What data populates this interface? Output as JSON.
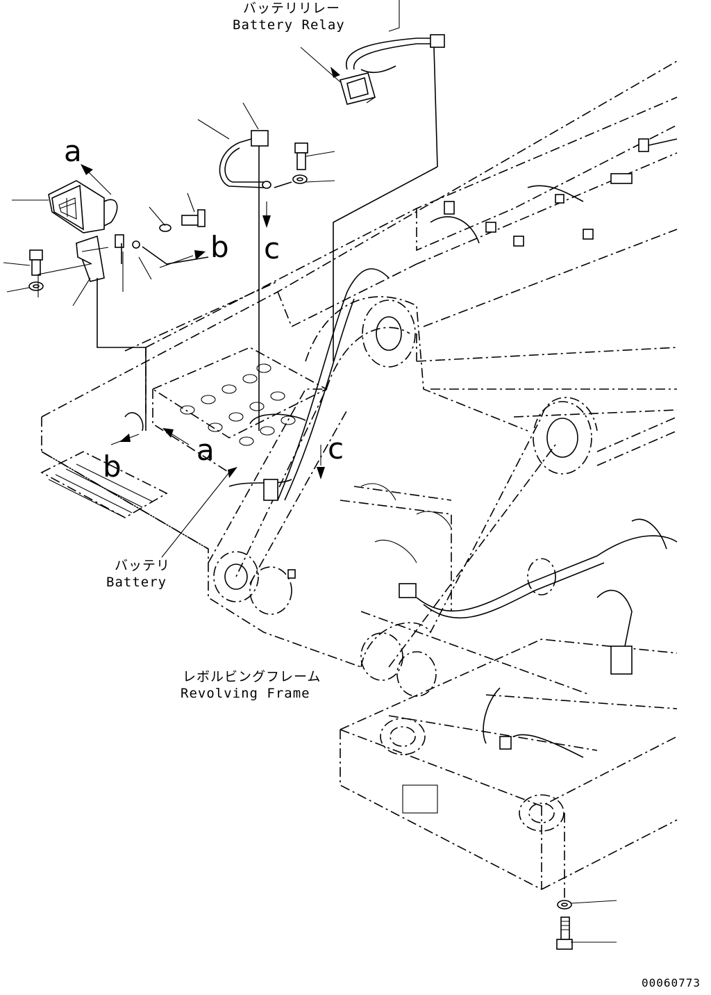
{
  "labels": {
    "battery_relay_jp": "バッテリリレー",
    "battery_relay_en": "Battery Relay",
    "battery_jp": "バッテリ",
    "battery_en": "Battery",
    "revolving_frame_jp": "レボルビングフレーム",
    "revolving_frame_en": "Revolving Frame"
  },
  "callouts": {
    "a_top": "a",
    "b_top": "b",
    "c_top": "c",
    "a_bottom": "a",
    "b_bottom": "b",
    "c_bottom": "c"
  },
  "drawing_number": "00060773"
}
